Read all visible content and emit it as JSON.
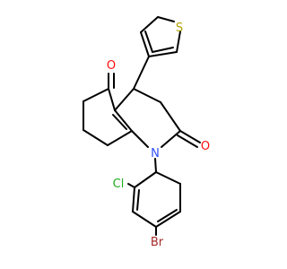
{
  "molecule": {
    "atoms": {
      "s_thiophene": "S",
      "o_ketone": "O",
      "o_amide": "O",
      "n_ring": "N",
      "cl": "Cl",
      "br": "Br"
    }
  },
  "colors": {
    "bond": "#000000",
    "S": "#b2a200",
    "O": "#ff0d0d",
    "N": "#3050f8",
    "Cl": "#1fad1f",
    "Br": "#a62929"
  }
}
